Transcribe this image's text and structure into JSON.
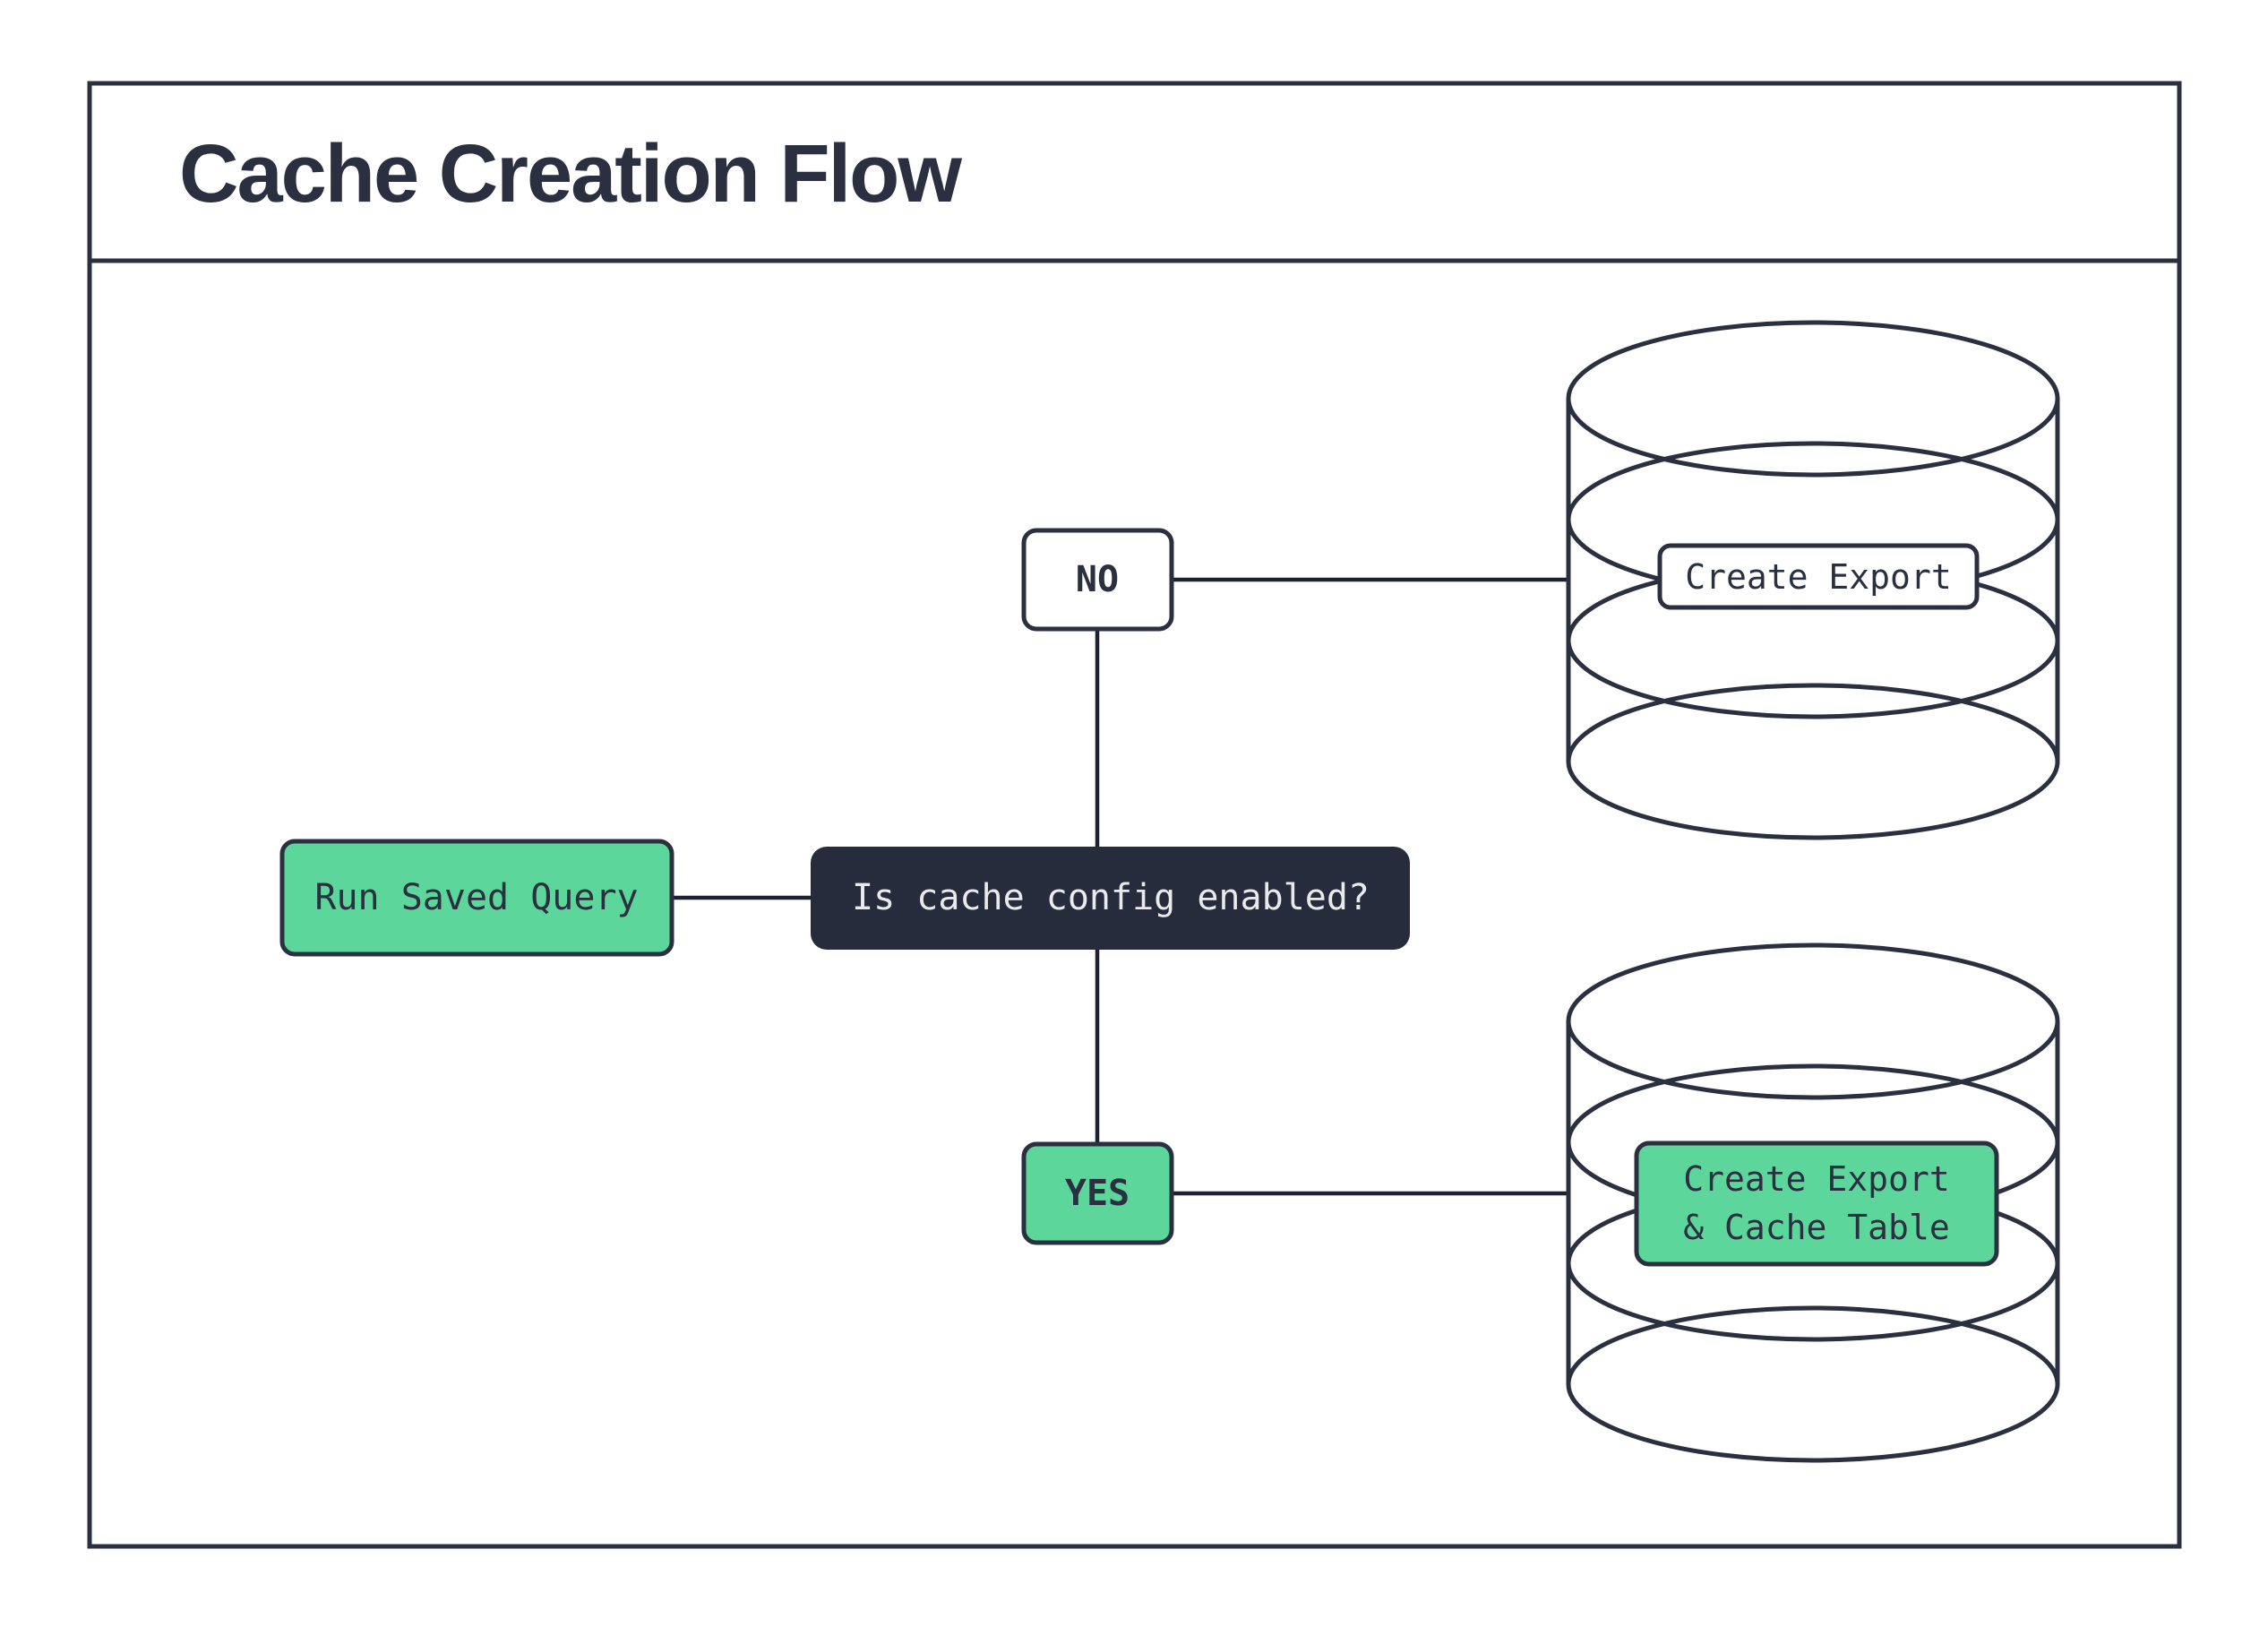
{
  "title": "Cache Creation Flow",
  "colors": {
    "ink": "#2a3040",
    "accent_green": "#5dd69c",
    "decision_fill": "#262c3c",
    "decision_text": "#e9eaec",
    "background": "#ffffff"
  },
  "nodes": {
    "run_query": {
      "label": "Run Saved Query"
    },
    "decision": {
      "label": "Is cache config enabled?"
    },
    "no_branch": {
      "label": "NO"
    },
    "yes_branch": {
      "label": "YES"
    },
    "export_db": {
      "label": "Create Export"
    },
    "export_cache_db": {
      "label_line1": "Create Export",
      "label_line2": "& Cache Table"
    }
  },
  "icons": {
    "top_database": "database-cylinder",
    "bottom_database": "database-cylinder"
  }
}
